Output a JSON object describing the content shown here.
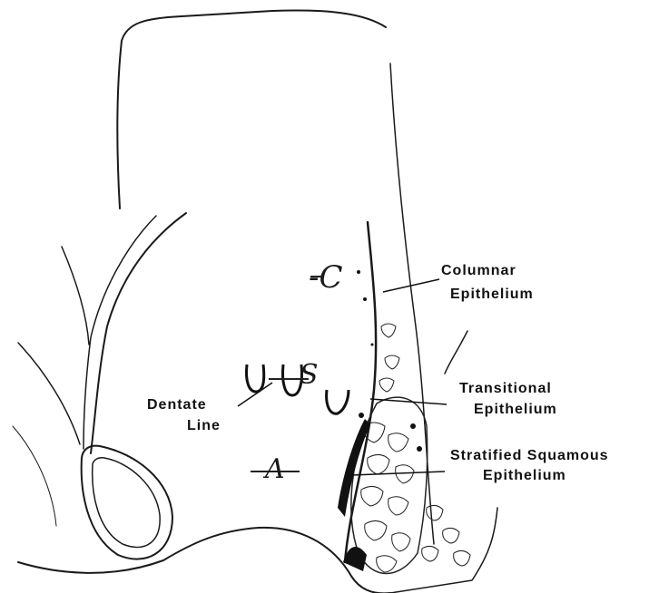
{
  "labels": {
    "columnar_1": "Columnar",
    "columnar_2": "Epithelium",
    "transitional_1": "Transitional",
    "transitional_2": "Epithelium",
    "stratified_1": "Stratified Squamous",
    "stratified_2": "Epithelium",
    "dentate_1": "Dentate",
    "dentate_2": "Line"
  },
  "handwritten": {
    "c_mark": "-C",
    "s_mark": "S",
    "a_mark": "A"
  },
  "colors": {
    "ink": "#111111",
    "paper": "#ffffff"
  }
}
